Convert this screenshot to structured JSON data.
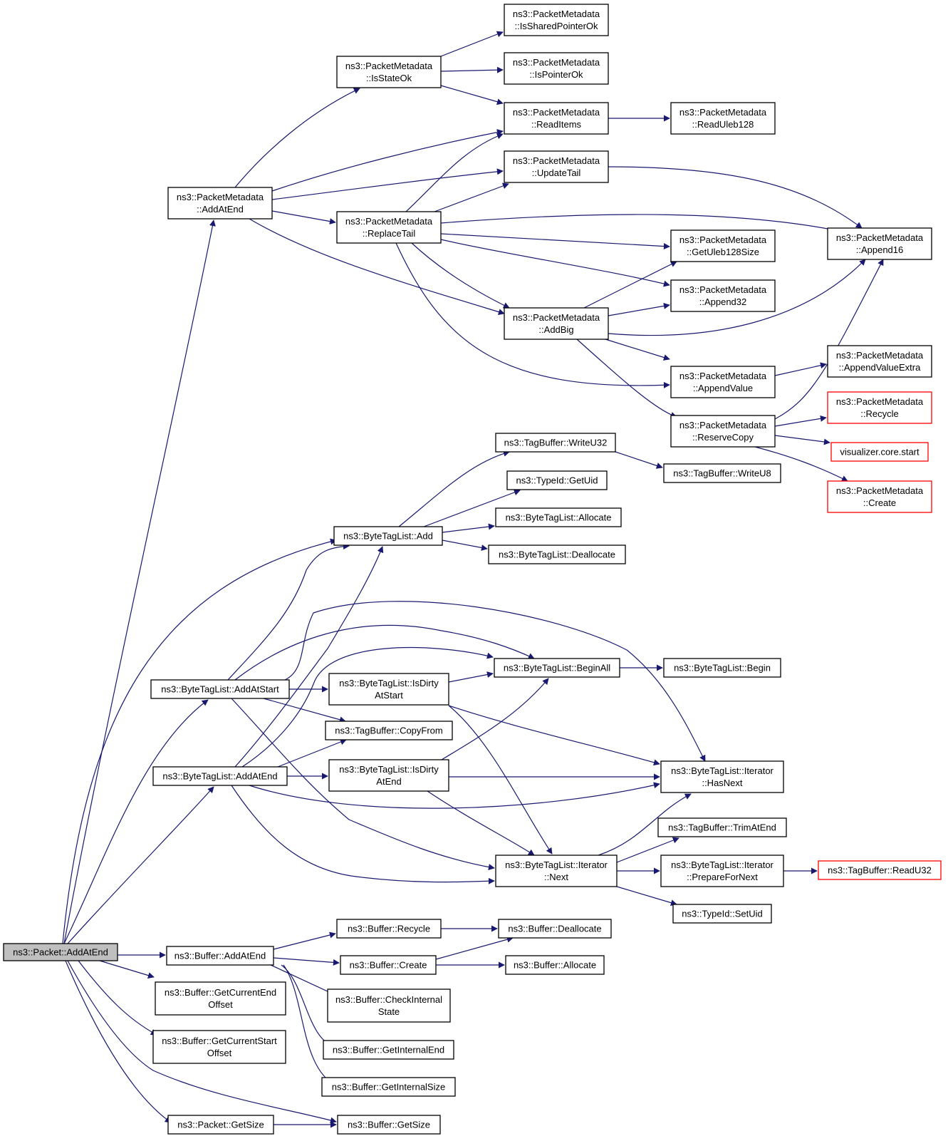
{
  "colors": {
    "edge": "#191970",
    "root_fill": "#bfbfbf",
    "node_border": "#000000",
    "truncated_border": "#ff0000"
  },
  "nodes": {
    "root": [
      "ns3::Packet::AddAtEnd"
    ],
    "pm_addatend": [
      "ns3::PacketMetadata",
      "::AddAtEnd"
    ],
    "pm_isstateok": [
      "ns3::PacketMetadata",
      "::IsStateOk"
    ],
    "pm_issharedpointerok": [
      "ns3::PacketMetadata",
      "::IsSharedPointerOk"
    ],
    "pm_ispointerok": [
      "ns3::PacketMetadata",
      "::IsPointerOk"
    ],
    "pm_readitems": [
      "ns3::PacketMetadata",
      "::ReadItems"
    ],
    "pm_readuleb128": [
      "ns3::PacketMetadata",
      "::ReadUleb128"
    ],
    "pm_updatetail": [
      "ns3::PacketMetadata",
      "::UpdateTail"
    ],
    "pm_replacetail": [
      "ns3::PacketMetadata",
      "::ReplaceTail"
    ],
    "pm_append16": [
      "ns3::PacketMetadata",
      "::Append16"
    ],
    "pm_getuleb128size": [
      "ns3::PacketMetadata",
      "::GetUleb128Size"
    ],
    "pm_append32": [
      "ns3::PacketMetadata",
      "::Append32"
    ],
    "pm_addbig": [
      "ns3::PacketMetadata",
      "::AddBig"
    ],
    "pm_appendvalueextra": [
      "ns3::PacketMetadata",
      "::AppendValueExtra"
    ],
    "pm_appendvalue": [
      "ns3::PacketMetadata",
      "::AppendValue"
    ],
    "pm_recycle": [
      "ns3::PacketMetadata",
      "::Recycle"
    ],
    "pm_reservecopy": [
      "ns3::PacketMetadata",
      "::ReserveCopy"
    ],
    "viz_start": [
      "visualizer.core.start"
    ],
    "pm_create": [
      "ns3::PacketMetadata",
      "::Create"
    ],
    "tb_writeu32": [
      "ns3::TagBuffer::WriteU32"
    ],
    "tb_writeu8": [
      "ns3::TagBuffer::WriteU8"
    ],
    "typeid_getuid": [
      "ns3::TypeId::GetUid"
    ],
    "btl_add": [
      "ns3::ByteTagList::Add"
    ],
    "btl_allocate": [
      "ns3::ByteTagList::Allocate"
    ],
    "btl_deallocate": [
      "ns3::ByteTagList::Deallocate"
    ],
    "btl_beginall": [
      "ns3::ByteTagList::BeginAll"
    ],
    "btl_begin": [
      "ns3::ByteTagList::Begin"
    ],
    "btl_addatstart": [
      "ns3::ByteTagList::AddAtStart"
    ],
    "btl_isdirtyatstart": [
      "ns3::ByteTagList::IsDirty",
      "AtStart"
    ],
    "tb_copyfrom": [
      "ns3::TagBuffer::CopyFrom"
    ],
    "btl_addatend": [
      "ns3::ByteTagList::AddAtEnd"
    ],
    "btl_isdirtyatend": [
      "ns3::ByteTagList::IsDirty",
      "AtEnd"
    ],
    "btl_it_hasnext": [
      "ns3::ByteTagList::Iterator",
      "::HasNext"
    ],
    "tb_trimatend": [
      "ns3::TagBuffer::TrimAtEnd"
    ],
    "btl_it_next": [
      "ns3::ByteTagList::Iterator",
      "::Next"
    ],
    "btl_it_preparefornext": [
      "ns3::ByteTagList::Iterator",
      "::PrepareForNext"
    ],
    "tb_readu32": [
      "ns3::TagBuffer::ReadU32"
    ],
    "typeid_setuid": [
      "ns3::TypeId::SetUid"
    ],
    "buf_recycle": [
      "ns3::Buffer::Recycle"
    ],
    "buf_deallocate": [
      "ns3::Buffer::Deallocate"
    ],
    "buf_addatend": [
      "ns3::Buffer::AddAtEnd"
    ],
    "buf_create": [
      "ns3::Buffer::Create"
    ],
    "buf_allocate": [
      "ns3::Buffer::Allocate"
    ],
    "buf_getcurrentendoffset": [
      "ns3::Buffer::GetCurrentEnd",
      "Offset"
    ],
    "buf_checkinternalstate": [
      "ns3::Buffer::CheckInternal",
      "State"
    ],
    "buf_getcurrentstartoffset": [
      "ns3::Buffer::GetCurrentStart",
      "Offset"
    ],
    "buf_getinternalend": [
      "ns3::Buffer::GetInternalEnd"
    ],
    "buf_getinternalsize": [
      "ns3::Buffer::GetInternalSize"
    ],
    "pkt_getsize": [
      "ns3::Packet::GetSize"
    ],
    "buf_getsize": [
      "ns3::Buffer::GetSize"
    ]
  }
}
